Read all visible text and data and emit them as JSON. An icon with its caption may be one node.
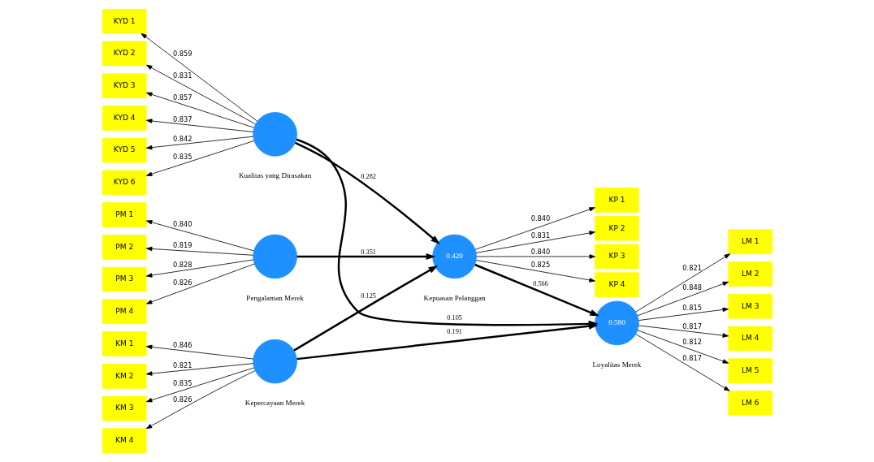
{
  "diagram": {
    "nodes": [
      {
        "text": [
          "KYD 1"
        ]
      },
      {
        "text": [
          "KYD 2"
        ]
      },
      {
        "text": [
          "KYD 3"
        ]
      },
      {
        "text": [
          "KYD 4"
        ]
      },
      {
        "text": [
          "KYD 5"
        ]
      },
      {
        "text": [
          "KYD 6"
        ]
      },
      {
        "text": [
          "PM 1"
        ]
      },
      {
        "text": [
          "PM 2"
        ]
      },
      {
        "text": [
          "PM 3"
        ]
      },
      {
        "text": [
          "PM 4"
        ]
      },
      {
        "text": [
          "KM 1"
        ]
      },
      {
        "text": [
          "KM 2"
        ]
      },
      {
        "text": [
          "KM 3"
        ]
      },
      {
        "text": [
          "KM 4"
        ]
      },
      {
        "text": [],
        "shape": "circle",
        "beside": [
          "Kualitas yang Dirasakan"
        ]
      },
      {
        "text": [],
        "shape": "circle",
        "beside": [
          "Pengalaman Merek"
        ]
      },
      {
        "text": [],
        "shape": "circle",
        "beside": [
          "Kepercayaan Merek"
        ]
      },
      {
        "text": [
          "KP 1"
        ]
      },
      {
        "text": [
          "KP 2"
        ]
      },
      {
        "text": [
          "KP 3"
        ]
      },
      {
        "text": [
          "KP 4"
        ]
      },
      {
        "text": [
          "0.420"
        ],
        "beside": [
          "Kepuasan Pelanggan"
        ]
      },
      {
        "text": [
          "0.580"
        ],
        "beside": [
          "Loyalitas Merek"
        ]
      },
      {
        "text": [
          "LM 1"
        ]
      },
      {
        "text": [
          "LM 2"
        ]
      },
      {
        "text": [
          "LM 3"
        ]
      },
      {
        "text": [
          "LM 4"
        ]
      },
      {
        "text": [
          "LM 5"
        ]
      },
      {
        "text": [
          "LM 6"
        ]
      }
    ],
    "edges": [
      {
        "from": 14,
        "to": 0,
        "arrow": "to",
        "label": "0.859"
      },
      {
        "from": 14,
        "to": 1,
        "arrow": "to",
        "label": "0.831"
      },
      {
        "from": 14,
        "to": 2,
        "arrow": "to",
        "label": "0.857"
      },
      {
        "from": 14,
        "to": 3,
        "arrow": "to",
        "label": "0.837"
      },
      {
        "from": 14,
        "to": 4,
        "arrow": "to",
        "label": "0.842"
      },
      {
        "from": 14,
        "to": 5,
        "arrow": "to",
        "label": "0.835"
      },
      {
        "from": 15,
        "to": 6,
        "arrow": "to",
        "label": "0.840"
      },
      {
        "from": 15,
        "to": 7,
        "arrow": "to",
        "label": "0.819"
      },
      {
        "from": 15,
        "to": 8,
        "arrow": "to",
        "label": "0.828"
      },
      {
        "from": 15,
        "to": 9,
        "arrow": "to",
        "label": "0.826"
      },
      {
        "from": 16,
        "to": 10,
        "arrow": "to",
        "label": "0.846"
      },
      {
        "from": 16,
        "to": 11,
        "arrow": "to",
        "label": "0.821"
      },
      {
        "from": 16,
        "to": 12,
        "arrow": "to",
        "label": "0.835"
      },
      {
        "from": 16,
        "to": 13,
        "arrow": "to",
        "label": "0.826"
      },
      {
        "from": 14,
        "to": 21,
        "arrow": "to",
        "label": "0.282",
        "style": "thick"
      },
      {
        "from": 14,
        "to": 22,
        "arrow": "to",
        "label": "0.105",
        "style": "thick"
      },
      {
        "from": 15,
        "to": 21,
        "arrow": "to",
        "label": "0.351",
        "style": "thick"
      },
      {
        "from": 16,
        "to": 21,
        "arrow": "to",
        "label": "0.125",
        "style": "thick"
      },
      {
        "from": 16,
        "to": 22,
        "arrow": "to",
        "label": "0.191",
        "style": "thick"
      },
      {
        "from": 21,
        "to": 17,
        "arrow": "to",
        "label": "0.840"
      },
      {
        "from": 21,
        "to": 18,
        "arrow": "to",
        "label": "0.831"
      },
      {
        "from": 21,
        "to": 19,
        "arrow": "to",
        "label": "0.840"
      },
      {
        "from": 21,
        "to": 20,
        "arrow": "to",
        "label": "0.825"
      },
      {
        "from": 21,
        "to": 22,
        "arrow": "to",
        "label": "0.566",
        "style": "thick"
      },
      {
        "from": 22,
        "to": 23,
        "arrow": "to",
        "label": "0.821"
      },
      {
        "from": 22,
        "to": 24,
        "arrow": "to",
        "label": "0.848"
      },
      {
        "from": 22,
        "to": 25,
        "arrow": "to",
        "label": "0.815"
      },
      {
        "from": 22,
        "to": 26,
        "arrow": "to",
        "label": "0.817"
      },
      {
        "from": 22,
        "to": 27,
        "arrow": "to",
        "label": "0.812"
      },
      {
        "from": 22,
        "to": 28,
        "arrow": "to",
        "label": "0.817"
      }
    ]
  }
}
